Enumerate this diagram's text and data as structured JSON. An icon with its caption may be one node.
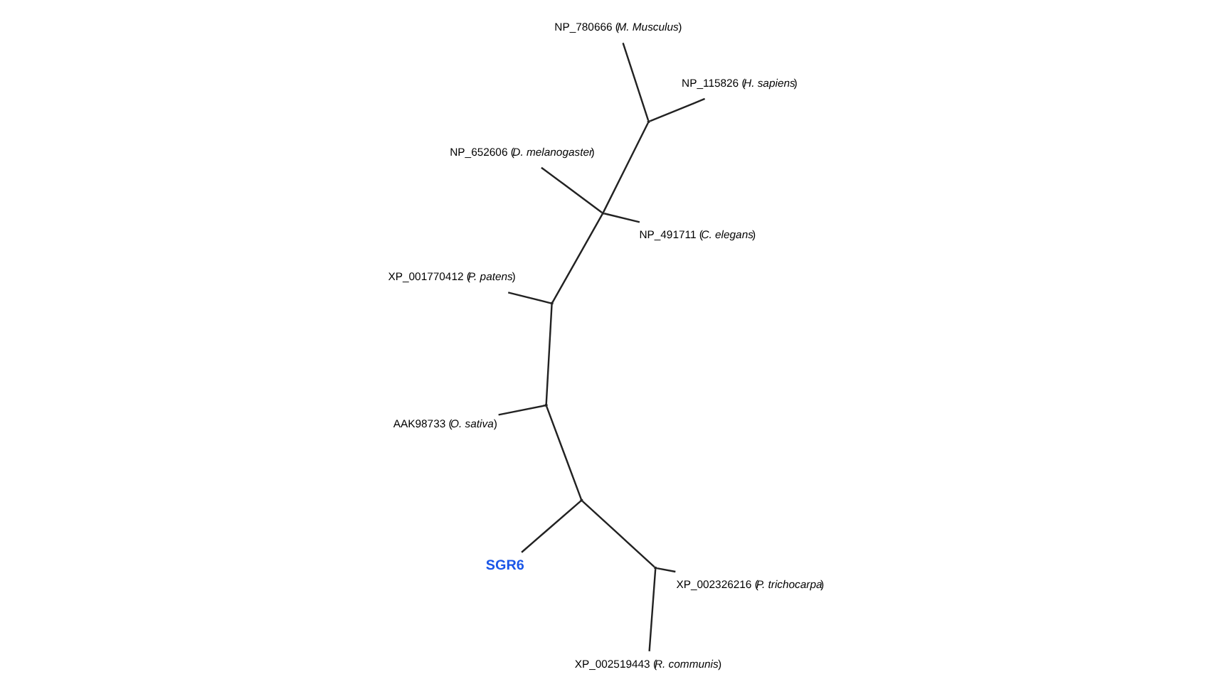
{
  "diagram": {
    "nodes": [
      {
        "text": [
          "XP_001770412 (*P. patens*)"
        ]
      },
      {
        "text": [
          "NP_491711 (*C. elegans*)"
        ]
      },
      {
        "text": [
          "AAK98733 (*O. sativa*)"
        ]
      },
      {
        "text": [
          "NP_652606 (*D. melanogaster*)"
        ]
      },
      {
        "text": [
          "XP_002519443 (*R. communis*)"
        ]
      },
      {
        "text": [
          "XP_002326216 (*P. trichocarpa*)"
        ]
      },
      {
        "text": [
          "SGR6"
        ]
      },
      {
        "text": [
          "NP_115826 (*H. sapiens*)"
        ]
      },
      {
        "text": [
          "NP_780666 (*M. Musculus*)"
        ]
      },
      {
        "text": [],
        "shape": "point"
      },
      {
        "text": [],
        "shape": "point"
      },
      {
        "text": [],
        "shape": "point"
      },
      {
        "text": [],
        "shape": "point"
      },
      {
        "text": [],
        "shape": "point"
      },
      {
        "text": [],
        "shape": "point"
      }
    ],
    "edges": [
      {
        "from": 9,
        "to": 4,
        "arrow": "none"
      },
      {
        "from": 9,
        "to": 5,
        "arrow": "none"
      },
      {
        "from": 9,
        "to": 10,
        "arrow": "none"
      },
      {
        "from": 10,
        "to": 6,
        "arrow": "none"
      },
      {
        "from": 10,
        "to": 11,
        "arrow": "none"
      },
      {
        "from": 11,
        "to": 2,
        "arrow": "none"
      },
      {
        "from": 11,
        "to": 12,
        "arrow": "none"
      },
      {
        "from": 12,
        "to": 0,
        "arrow": "none"
      },
      {
        "from": 12,
        "to": 13,
        "arrow": "none"
      },
      {
        "from": 13,
        "to": 1,
        "arrow": "none"
      },
      {
        "from": 13,
        "to": 3,
        "arrow": "none"
      },
      {
        "from": 13,
        "to": 14,
        "arrow": "none"
      },
      {
        "from": 14,
        "to": 7,
        "arrow": "none"
      },
      {
        "from": 14,
        "to": 8,
        "arrow": "none"
      }
    ]
  }
}
